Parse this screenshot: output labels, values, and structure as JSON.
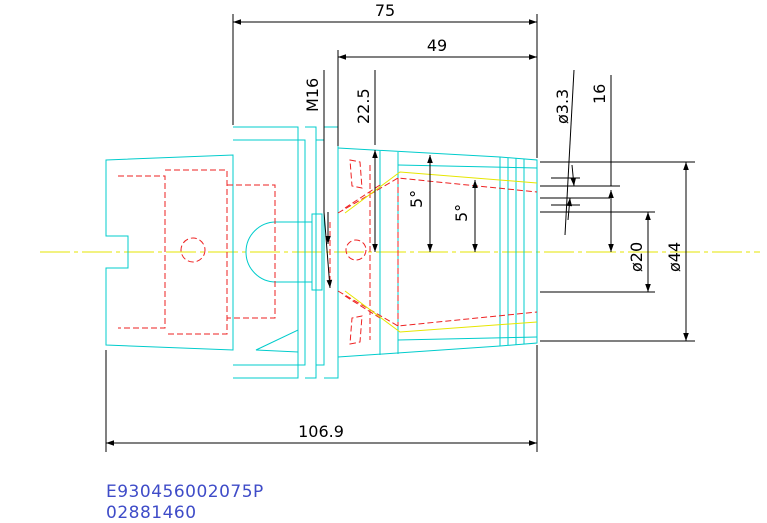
{
  "colors": {
    "outline": "#00cccc",
    "hidden": "#ee2222",
    "center": "#e6e600",
    "dimension": "#000000",
    "collet": "#e6e600",
    "caption": "#3f4cc8"
  },
  "dimensions": {
    "d75": "75",
    "d49": "49",
    "d106": "106.9",
    "m16": "M16",
    "d225": "22.5",
    "dia33": "ø3.3",
    "d16": "16",
    "dia20": "ø20",
    "dia44": "ø44",
    "ang5a": "5°",
    "ang5b": "5°"
  },
  "caption": {
    "line1": "E930456002075P",
    "line2": "02881460"
  }
}
